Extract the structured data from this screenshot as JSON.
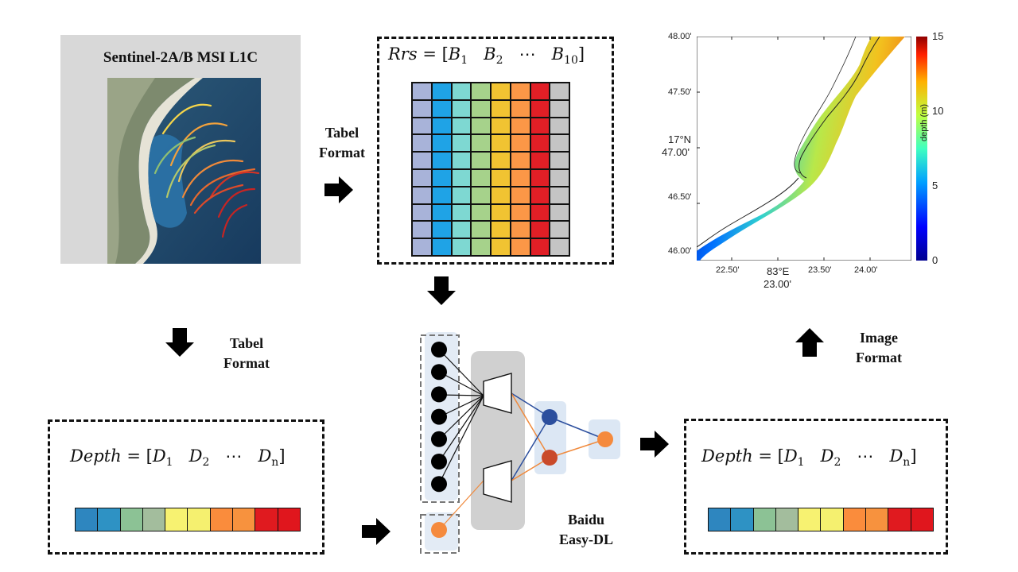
{
  "satellite": {
    "title": "Sentinel-2A/B MSI L1C"
  },
  "rrs_box": {
    "lhs": "Rrs",
    "b_symbol": "B",
    "sub1": "1",
    "sub2": "2",
    "sub_last": "10",
    "ellipsis": "⋯",
    "column_colors": [
      "#a8b3d9",
      "#1fa3e6",
      "#7ed8d2",
      "#a6d28b",
      "#f1c332",
      "#fb9747",
      "#e11f26",
      "#c4c4c4"
    ],
    "rows": 10
  },
  "labels": {
    "tabel_format_top_1": "Tabel",
    "tabel_format_top_2": "Format",
    "tabel_format_left_1": "Tabel",
    "tabel_format_left_2": "Format",
    "image_format_1": "Image",
    "image_format_2": "Format",
    "baidu_1": "Baidu",
    "baidu_2": "Easy-DL"
  },
  "depth_left": {
    "lhs": "Depth",
    "d_symbol": "D",
    "sub1": "1",
    "sub2": "2",
    "sub_last": "n",
    "ellipsis": "⋯"
  },
  "depth_right": {
    "lhs": "Depth",
    "d_symbol": "D",
    "sub1": "1",
    "sub2": "2",
    "sub_last": "n",
    "ellipsis": "⋯"
  },
  "depth_strip_colors": [
    "#2e86bf",
    "#2e92c4",
    "#8cc295",
    "#a3bd9d",
    "#f7f271",
    "#f5f06f",
    "#fa8c3c",
    "#f7923e",
    "#e01a1f",
    "#e0161d"
  ],
  "map": {
    "y_ticks": [
      "48.00'",
      "47.50'",
      "17°N",
      "47.00'",
      "46.50'",
      "46.00'"
    ],
    "x_ticks": [
      "22.50'",
      "83°E",
      "23.00'",
      "23.50'",
      "24.00'"
    ],
    "colorbar_ticks": [
      "15",
      "10",
      "5",
      "0"
    ],
    "colorbar_label": "depth (m)"
  },
  "network": {
    "input_node_count": 7,
    "input_color": "#000000",
    "extra_input_color": "#f58a3d",
    "hidden_colors": [
      "#2c4f9e",
      "#c94a2a"
    ],
    "output_color": "#f58a3d"
  }
}
